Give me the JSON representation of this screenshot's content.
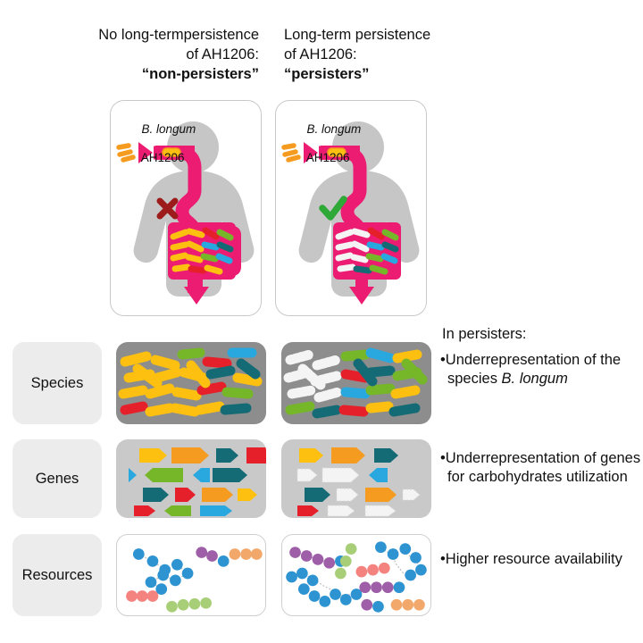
{
  "headers": {
    "left": {
      "line1": "No long-termpersistence",
      "line2": "of AH1206:",
      "line3": "“non-persisters”"
    },
    "right": {
      "line1": "Long-term persistence",
      "line2": "of AH1206:",
      "line3": "“persisters”"
    }
  },
  "panels": {
    "left": {
      "strain_genus": "B. longum",
      "strain_id": "AH1206",
      "outcome_icon": "red-x-icon",
      "outcome": "no-colonization"
    },
    "right": {
      "strain_genus": "B. longum",
      "strain_id": "AH1206",
      "outcome_icon": "green-check-icon",
      "outcome": "colonization"
    }
  },
  "rows": [
    {
      "label": "Species",
      "icon_left": "bacteria-capsules",
      "icon_right": "bacteria-capsules-depleted"
    },
    {
      "label": "Genes",
      "icon_left": "gene-arrows",
      "icon_right": "gene-arrows-depleted"
    },
    {
      "label": "Resources",
      "icon_left": "sugar-chains",
      "icon_right": "sugar-chains-abundant"
    }
  ],
  "notes": {
    "heading": "In persisters:",
    "species": {
      "bullet": "•",
      "text_before": "Underrepresentation of the species ",
      "italic": "B. longum"
    },
    "genes": {
      "bullet": "•",
      "text": "Underrepresentation of genes for carbohydrates utilization"
    },
    "resources": {
      "bullet": "•",
      "text": "Higher resource availability"
    }
  },
  "colors": {
    "tract_pink": "#EC1C72",
    "body_gray": "#c6c6c6",
    "probiotic_orange": "#F59B20",
    "capsule_yellow": "#FDC010",
    "capsule_green": "#76B72A",
    "capsule_red": "#E5202A",
    "capsule_teal": "#156B75",
    "capsule_blue": "#29A8DF",
    "absent_white": "#f4f4f4",
    "x_red": "#9E1B1B",
    "check_green": "#2EA836",
    "panel_dark_gray": "#8d8d8d",
    "panel_light_gray": "#c9c9c9",
    "label_box_gray": "#ececec",
    "sugar_blue": "#2E93D1",
    "sugar_purple": "#9E5FA8",
    "sugar_orange": "#F2A86B",
    "sugar_salmon": "#F4837F",
    "sugar_green": "#A8CF78"
  }
}
